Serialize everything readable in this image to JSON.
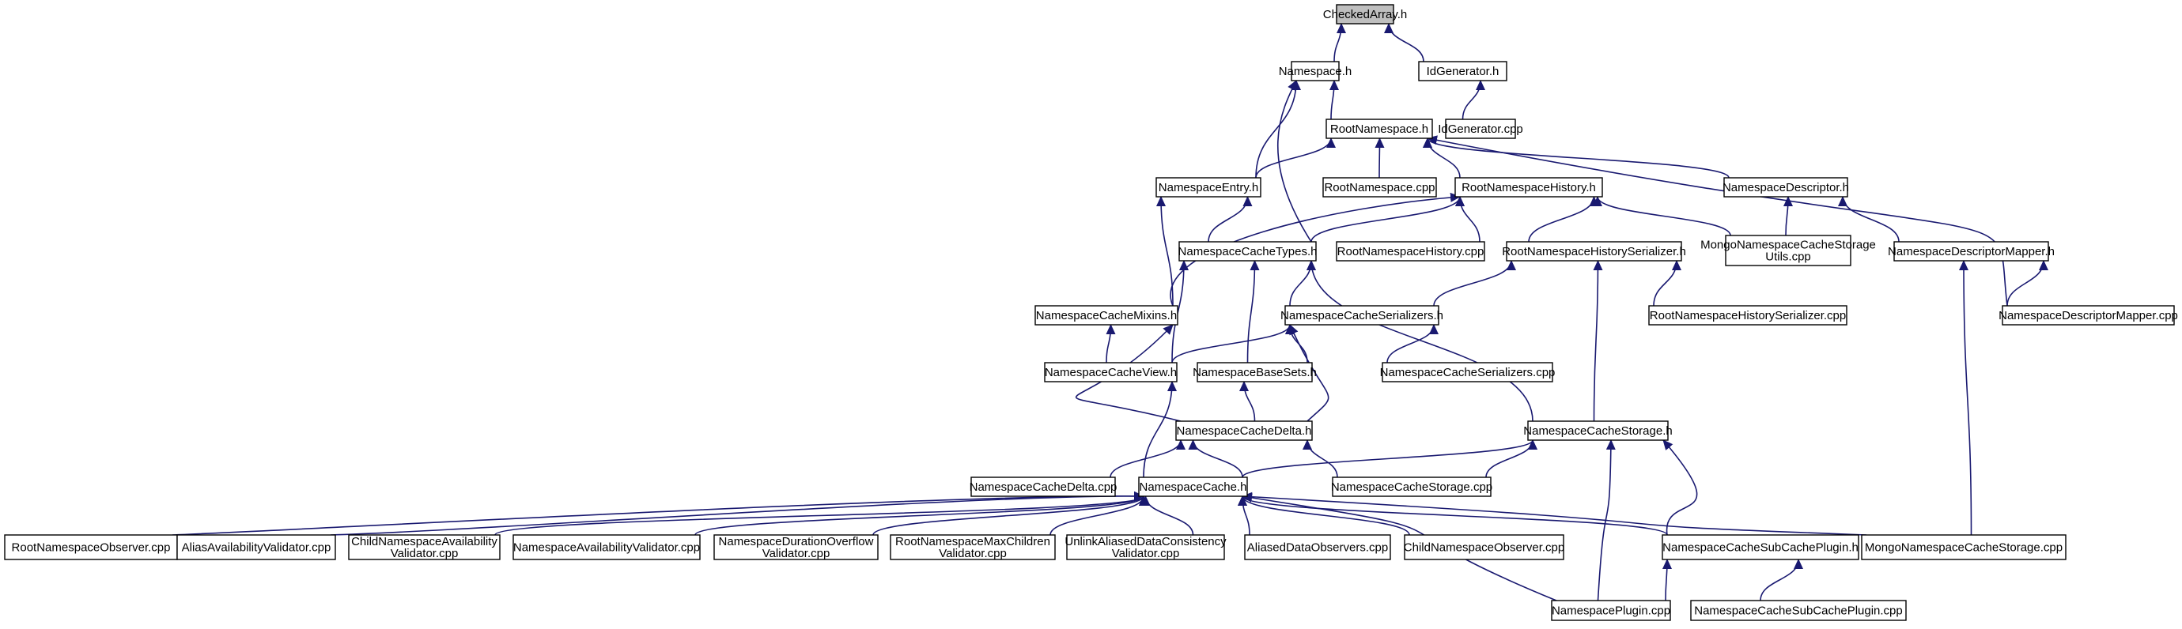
{
  "nodes": {
    "n0": [
      "CheckedArray.h"
    ],
    "n1": [
      "Namespace.h"
    ],
    "n2": [
      "IdGenerator.h"
    ],
    "n3": [
      "RootNamespace.h"
    ],
    "n4": [
      "IdGenerator.cpp"
    ],
    "n5": [
      "NamespaceEntry.h"
    ],
    "n6": [
      "RootNamespace.cpp"
    ],
    "n7": [
      "RootNamespaceHistory.h"
    ],
    "n8": [
      "NamespaceDescriptor.h"
    ],
    "n9": [
      "NamespaceCacheTypes.h"
    ],
    "n10": [
      "RootNamespaceHistory.cpp"
    ],
    "n11": [
      "RootNamespaceHistorySerializer.h"
    ],
    "n12": [
      "MongoNamespaceCacheStorage",
      "Utils.cpp"
    ],
    "n13": [
      "NamespaceDescriptorMapper.h"
    ],
    "n14": [
      "NamespaceCacheMixins.h"
    ],
    "n15": [
      "NamespaceCacheSerializers.h"
    ],
    "n16": [
      "RootNamespaceHistorySerializer.cpp"
    ],
    "n17": [
      "NamespaceDescriptorMapper.cpp"
    ],
    "n18": [
      "NamespaceCacheView.h"
    ],
    "n19": [
      "NamespaceBaseSets.h"
    ],
    "n20": [
      "NamespaceCacheSerializers.cpp"
    ],
    "n21": [
      "NamespaceCacheDelta.h"
    ],
    "n22": [
      "NamespaceCacheStorage.h"
    ],
    "n23": [
      "NamespaceCacheDelta.cpp"
    ],
    "n24": [
      "NamespaceCache.h"
    ],
    "n25": [
      "NamespaceCacheStorage.cpp"
    ],
    "n26": [
      "RootNamespaceObserver.cpp"
    ],
    "n27": [
      "AliasAvailabilityValidator.cpp"
    ],
    "n28": [
      "ChildNamespaceAvailability",
      "Validator.cpp"
    ],
    "n29": [
      "NamespaceAvailabilityValidator.cpp"
    ],
    "n30": [
      "NamespaceDurationOverflow",
      "Validator.cpp"
    ],
    "n31": [
      "RootNamespaceMaxChildren",
      "Validator.cpp"
    ],
    "n32": [
      "UnlinkAliasedDataConsistency",
      "Validator.cpp"
    ],
    "n33": [
      "AliasedDataObservers.cpp"
    ],
    "n34": [
      "ChildNamespaceObserver.cpp"
    ],
    "n35": [
      "NamespaceCacheSubCachePlugin.h"
    ],
    "n36": [
      "MongoNamespaceCacheStorage.cpp"
    ],
    "n37": [
      "NamespacePlugin.cpp"
    ],
    "n38": [
      "NamespaceCacheSubCachePlugin.cpp"
    ]
  },
  "edges": [
    [
      "n1",
      "n0"
    ],
    [
      "n2",
      "n0"
    ],
    [
      "n3",
      "n1"
    ],
    [
      "n5",
      "n1"
    ],
    [
      "n9",
      "n1"
    ],
    [
      "n4",
      "n2"
    ],
    [
      "n5",
      "n3"
    ],
    [
      "n6",
      "n3"
    ],
    [
      "n7",
      "n3"
    ],
    [
      "n8",
      "n3"
    ],
    [
      "n17",
      "n3"
    ],
    [
      "n9",
      "n5"
    ],
    [
      "n14",
      "n5"
    ],
    [
      "n14",
      "n7"
    ],
    [
      "n9",
      "n7"
    ],
    [
      "n10",
      "n7"
    ],
    [
      "n11",
      "n7"
    ],
    [
      "n12",
      "n7"
    ],
    [
      "n12",
      "n8"
    ],
    [
      "n13",
      "n8"
    ],
    [
      "n18",
      "n9"
    ],
    [
      "n19",
      "n9"
    ],
    [
      "n15",
      "n9"
    ],
    [
      "n22",
      "n9"
    ],
    [
      "n15",
      "n11"
    ],
    [
      "n16",
      "n11"
    ],
    [
      "n22",
      "n11"
    ],
    [
      "n17",
      "n13"
    ],
    [
      "n36",
      "n13"
    ],
    [
      "n18",
      "n14"
    ],
    [
      "n21",
      "n14"
    ],
    [
      "n18",
      "n15"
    ],
    [
      "n19",
      "n15"
    ],
    [
      "n21",
      "n15"
    ],
    [
      "n20",
      "n15"
    ],
    [
      "n24",
      "n18"
    ],
    [
      "n21",
      "n19"
    ],
    [
      "n23",
      "n21"
    ],
    [
      "n24",
      "n21"
    ],
    [
      "n25",
      "n21"
    ],
    [
      "n24",
      "n22"
    ],
    [
      "n25",
      "n22"
    ],
    [
      "n35",
      "n22"
    ],
    [
      "n37",
      "n22"
    ],
    [
      "n26",
      "n24"
    ],
    [
      "n27",
      "n24"
    ],
    [
      "n28",
      "n24"
    ],
    [
      "n29",
      "n24"
    ],
    [
      "n30",
      "n24"
    ],
    [
      "n31",
      "n24"
    ],
    [
      "n32",
      "n24"
    ],
    [
      "n33",
      "n24"
    ],
    [
      "n34",
      "n24"
    ],
    [
      "n35",
      "n24"
    ],
    [
      "n36",
      "n24"
    ],
    [
      "n37",
      "n24"
    ],
    [
      "n37",
      "n35"
    ],
    [
      "n38",
      "n35"
    ]
  ],
  "colors": {
    "edge": "#191970",
    "root_fill": "#bfbfbf",
    "node_fill": "#ffffff",
    "border": "#000000"
  }
}
